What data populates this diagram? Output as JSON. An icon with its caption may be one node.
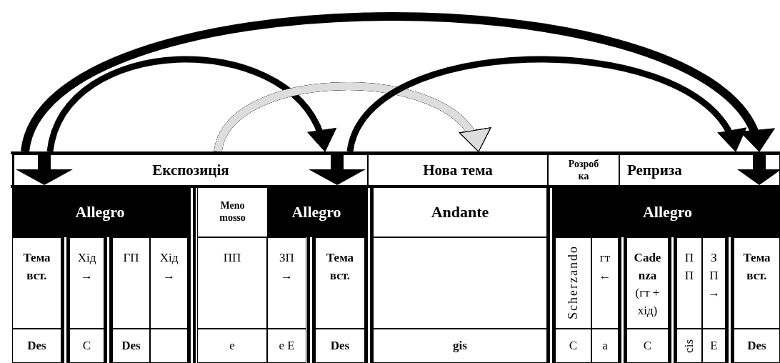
{
  "diagram": {
    "nodes": [
      {
        "text": [
          "Експозиція"
        ]
      },
      {
        "text": [
          "Нова тема"
        ]
      },
      {
        "text": [
          "Розроб ка"
        ]
      },
      {
        "text": [
          "Реприза"
        ]
      },
      {
        "text": [
          "Allegro"
        ]
      },
      {
        "text": [
          "Meno mosso"
        ]
      },
      {
        "text": [
          "Allegro"
        ]
      },
      {
        "text": [
          "Andante"
        ]
      },
      {
        "text": [
          "Allegro"
        ]
      },
      {
        "text": [
          "Тема вст."
        ]
      },
      {
        "text": [
          "Хід →"
        ]
      },
      {
        "text": [
          "ГП"
        ]
      },
      {
        "text": [
          "Хід →"
        ]
      },
      {
        "text": [
          "ПП"
        ]
      },
      {
        "text": [
          "ЗП →"
        ]
      },
      {
        "text": [
          "Тема вст."
        ]
      },
      {
        "text": [],
        "shape": "box"
      },
      {
        "text": [
          "Scherzando"
        ]
      },
      {
        "text": [
          "гт ←"
        ]
      },
      {
        "text": [
          "Cade nza",
          "(гт + хід)"
        ]
      },
      {
        "text": [
          "П П"
        ]
      },
      {
        "text": [
          "З П →"
        ]
      },
      {
        "text": [
          "Тема вст."
        ]
      },
      {
        "text": [
          "Des"
        ]
      },
      {
        "text": [
          "C"
        ]
      },
      {
        "text": [
          "Des"
        ]
      },
      {
        "text": [],
        "shape": "box"
      },
      {
        "text": [
          "e"
        ]
      },
      {
        "text": [
          "e E"
        ]
      },
      {
        "text": [
          "Des"
        ]
      },
      {
        "text": [
          "gis"
        ]
      },
      {
        "text": [
          "C"
        ]
      },
      {
        "text": [
          "a"
        ]
      },
      {
        "text": [
          "C"
        ]
      },
      {
        "text": [
          "cis"
        ]
      },
      {
        "text": [
          "E"
        ]
      },
      {
        "text": [
          "Des"
        ]
      }
    ],
    "edges": [
      {
        "from": 0,
        "to": 3,
        "arrow": "to"
      },
      {
        "from": 0,
        "to": 0,
        "arrow": "to"
      },
      {
        "from": 0,
        "to": 1,
        "arrow": "to",
        "color": "#dddddd"
      },
      {
        "from": 0,
        "to": 3,
        "arrow": "to"
      }
    ]
  }
}
